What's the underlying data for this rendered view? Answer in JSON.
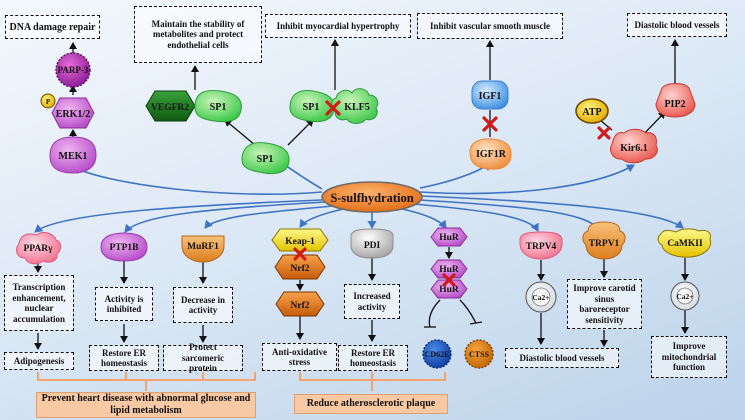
{
  "center": {
    "label": "S-sulfhydration"
  },
  "molecules": {
    "parp3": "PARP-3",
    "erk": "ERK1/2",
    "phosphate": "P",
    "mek1": "MEK1",
    "vegfr2": "VEGFR2",
    "sp1": "SP1",
    "klf5": "KLF5",
    "igf1": "IGF1",
    "igf1r": "IGF1R",
    "atp": "ATP",
    "pip2": "PIP2",
    "kir61": "Kir6.1",
    "ppar": "PPARγ",
    "ptp1b": "PTP1B",
    "murf1": "MuRF1",
    "keap1": "Keap-1",
    "nrf2": "Nrf2",
    "pdi": "PDI",
    "hur": "HuR",
    "cd62e": "CD62E",
    "ctss": "CTSS",
    "trpv4": "TRPV4",
    "trpv1": "TRPV1",
    "camkii": "CaMKII",
    "calcium": "Ca2+"
  },
  "top": {
    "dna": "DNA damage repair",
    "maintain": "Maintain the stability of metabolites and protect endothelial cells",
    "hypertrophy": "Inhibit myocardial hypertrophy",
    "vsm": "Inhibit vascular smooth muscle",
    "diastolic": "Diastolic blood vessels"
  },
  "mid": {
    "transcription": "Transcription enhancement, nuclear accumulation",
    "activity_inhibited": "Activity is inhibited",
    "decrease": "Decrease in activity",
    "increased": "Increased activity",
    "carotid": "Improve carotid sinus baroreceptor sensitivity"
  },
  "bottom": {
    "adipogenesis": "Adipogenesis",
    "restore_er": "Restore ER homeostasis",
    "protect": "Protect sarcomeric protein",
    "anti_oxidative": "Anti-oxidative stress",
    "diastolic": "Diastolic blood vessels",
    "mitochondrial": "Improve mitochondrial function"
  },
  "banners": {
    "heart": "Prevent heart disease with abnormal glucose and lipid metabolism",
    "athero": "Reduce atherosclerotic plaque"
  },
  "colors": {
    "arrow_blue": "#3f74c4",
    "inhibit_red": "#d11a1a",
    "banner_fill": "#f9c9a3",
    "center_fill": "#e26a12"
  }
}
